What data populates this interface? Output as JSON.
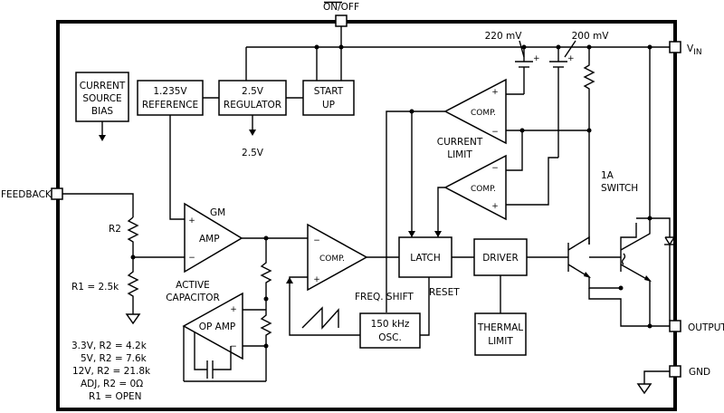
{
  "pins": {
    "on_off": "ON/OFF",
    "vin": "V",
    "vin_sub": "IN",
    "feedback": "FEEDBACK",
    "output": "OUTPUT",
    "gnd": "GND"
  },
  "blocks": {
    "current_source_bias": [
      "CURRENT",
      "SOURCE",
      "BIAS"
    ],
    "reference": [
      "1.235V",
      "REFERENCE"
    ],
    "regulator": [
      "2.5V",
      "REGULATOR"
    ],
    "start_up": [
      "START",
      "UP"
    ],
    "latch": "LATCH",
    "driver": "DRIVER",
    "thermal_limit": [
      "THERMAL",
      "LIMIT"
    ],
    "oscillator": [
      "150 kHz",
      "OSC."
    ]
  },
  "labels": {
    "regulator_out": "2.5V",
    "v220": "220 mV",
    "v200": "200 mV",
    "current_limit": [
      "CURRENT",
      "LIMIT"
    ],
    "comp": "COMP.",
    "gm": "GM",
    "amp": "AMP",
    "op_amp": "OP AMP",
    "active_capacitor": [
      "ACTIVE",
      "CAPACITOR"
    ],
    "r2": "R2",
    "r1": "R1 = 2.5k",
    "freq_shift": "FREQ. SHIFT",
    "reset": "RESET",
    "switch": [
      "1A",
      "SWITCH"
    ],
    "plus": "+",
    "minus": "−"
  },
  "resistor_table": [
    "3.3V, R2 = 4.2k",
    "5V, R2 = 7.6k",
    "12V, R2 = 21.8k",
    "ADJ, R2 = 0Ω",
    "R1 = OPEN"
  ]
}
